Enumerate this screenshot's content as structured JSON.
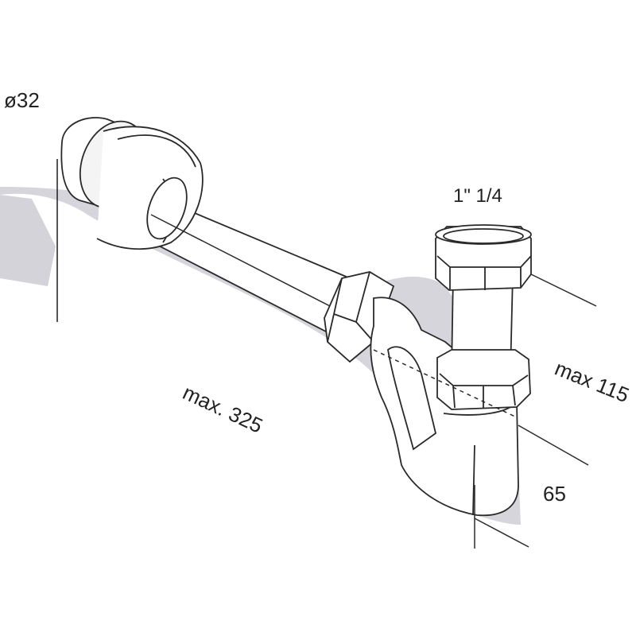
{
  "labels": {
    "wall_diameter": "ø32",
    "thread_size": "1\" 1/4",
    "max_height": "max 115",
    "max_length": "max. 325",
    "outlet_height": "65"
  },
  "colors": {
    "line": "#2a2a2a",
    "shadow": "#d3d3d9",
    "pipe_fill": "#ffffff",
    "flange_fill": "#f4f4f4"
  }
}
